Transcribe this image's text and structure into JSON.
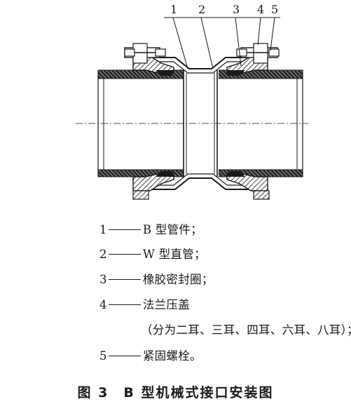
{
  "diagram": {
    "callouts": [
      "1",
      "2",
      "3",
      "4",
      "5"
    ]
  },
  "legend": {
    "items": [
      {
        "num": "1",
        "text": "B 型管件；"
      },
      {
        "num": "2",
        "text": "W 型直管；"
      },
      {
        "num": "3",
        "text": "橡胶密封圈；"
      },
      {
        "num": "4",
        "text": "法兰压盖"
      },
      {
        "num": "",
        "text": "（分为二耳、三耳、四耳、六耳、八耳）；"
      },
      {
        "num": "5",
        "text": "紧固螺栓。"
      }
    ]
  },
  "caption": "图 3　B 型机械式接口安装图"
}
